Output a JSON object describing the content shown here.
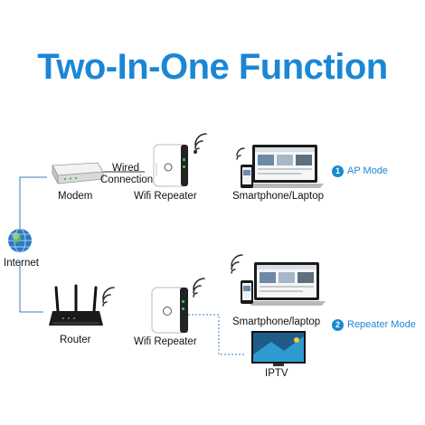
{
  "title": "Two-In-One Function",
  "labels": {
    "modem": "Modem",
    "wired_line1": "Wired",
    "wired_line2": "Connection",
    "wifi_repeater_top": "Wifi Repeater",
    "smartphone_laptop_top": "Smartphone/Laptop",
    "internet": "Internet",
    "router": "Router",
    "wifi_repeater_bottom": "Wifi Repeater",
    "smartphone_laptop_bottom": "Smartphone/laptop",
    "iptv": "IPTV"
  },
  "modes": [
    {
      "number": "1",
      "label": "AP Mode"
    },
    {
      "number": "2",
      "label": "Repeater Mode"
    }
  ],
  "icons": [
    "globe-icon",
    "modem-icon",
    "wifi-repeater-icon",
    "wifi-signal-icon",
    "laptop-icon",
    "smartphone-icon",
    "router-icon",
    "tv-icon"
  ],
  "colors": {
    "accent": "#1b87d4",
    "connector": "#3a7fc4"
  }
}
